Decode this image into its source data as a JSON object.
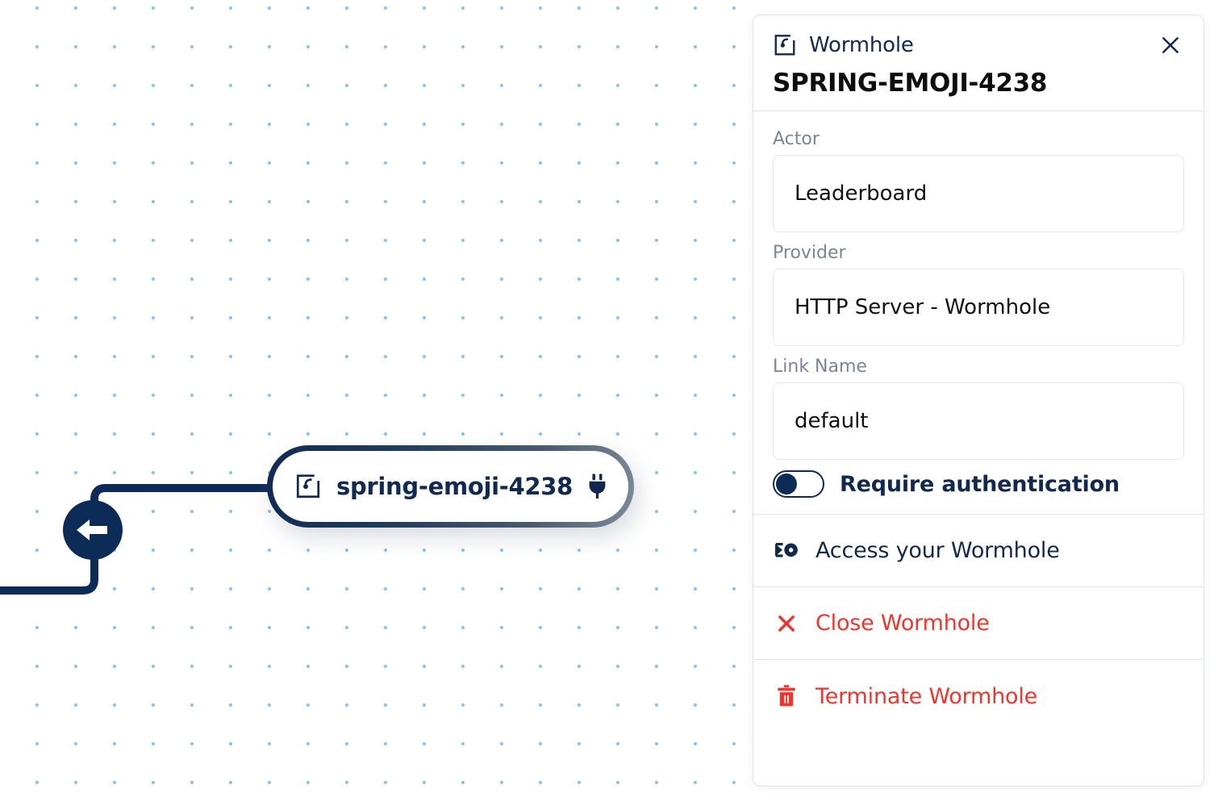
{
  "canvas": {
    "node": {
      "label": "spring-emoji-4238",
      "icon": "wormhole-icon",
      "status_icon": "plug-icon"
    },
    "edge_handle": {
      "icon": "arrow-left-icon"
    }
  },
  "panel": {
    "kind": "Wormhole",
    "kind_icon": "wormhole-icon",
    "close_icon": "close-icon",
    "title": "SPRING-EMOJI-4238",
    "fields": [
      {
        "label": "Actor",
        "value": "Leaderboard"
      },
      {
        "label": "Provider",
        "value": "HTTP Server - Wormhole"
      },
      {
        "label": "Link Name",
        "value": "default"
      }
    ],
    "toggle": {
      "label": "Require authentication",
      "state": "off"
    },
    "actions": [
      {
        "label": "Access your Wormhole",
        "icon": "link-plug-icon",
        "tone": "navy"
      },
      {
        "label": "Close Wormhole",
        "icon": "close-icon",
        "tone": "danger"
      },
      {
        "label": "Terminate Wormhole",
        "icon": "trash-icon",
        "tone": "danger"
      }
    ]
  },
  "colors": {
    "navy": "#12294f",
    "danger": "#f2342c",
    "grid_dot": "#8fc3e6",
    "border": "#dde4ea",
    "muted_text": "#7a8694"
  }
}
